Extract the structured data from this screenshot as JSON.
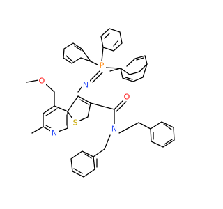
{
  "molecule": {
    "atoms": {
      "O_methoxy": {
        "label": "O",
        "color": "#ff0d0d"
      },
      "N_imine": {
        "label": "N",
        "color": "#3050f8"
      },
      "P": {
        "label": "P",
        "color": "#ff8000"
      },
      "O_carbonyl": {
        "label": "O",
        "color": "#ff0d0d"
      },
      "N_pyridine": {
        "label": "N",
        "color": "#3050f8"
      },
      "S": {
        "label": "S",
        "color": "#c8a800"
      },
      "N_amide": {
        "label": "N",
        "color": "#3050f8"
      }
    },
    "bond_color": "#000000"
  }
}
